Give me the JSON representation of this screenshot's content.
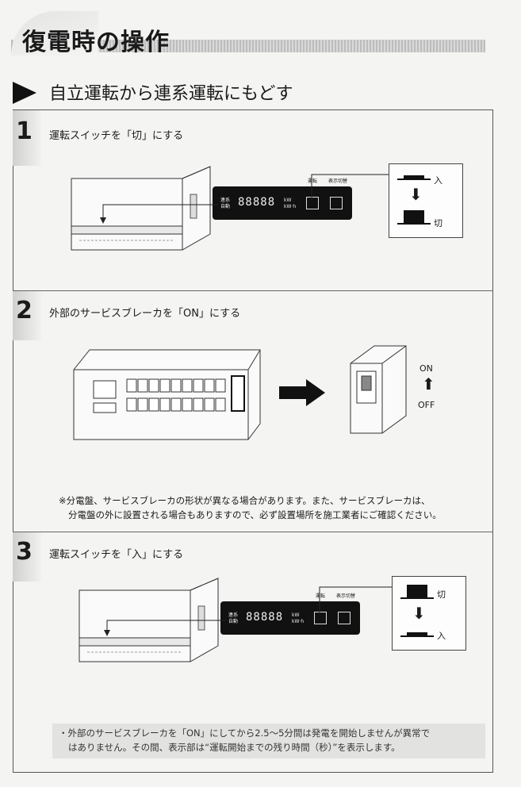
{
  "title": "復電時の操作",
  "subtitle": "自立運転から連系運転にもどす",
  "steps": [
    {
      "num": "1",
      "text": "運転スイッチを「切」にする"
    },
    {
      "num": "2",
      "text": "外部のサービスブレーカを「ON」にする"
    },
    {
      "num": "3",
      "text": "運転スイッチを「入」にする"
    }
  ],
  "panel": {
    "left_label_top": "連系",
    "left_label_bottom": "自動",
    "display": "88888",
    "unit_top": "kW",
    "unit_bottom": "kW·h",
    "btn1_label": "運転",
    "btn2_label": "表示切替"
  },
  "switch1": {
    "top": "入",
    "bottom": "切"
  },
  "switch3": {
    "top": "切",
    "bottom": "入"
  },
  "breaker": {
    "on": "ON",
    "off": "OFF"
  },
  "note_line1": "※分電盤、サービスブレーカの形状が異なる場合があります。また、サービスブレーカは、",
  "note_line2": "分電盤の外に設置される場合もありますので、必ず設置場所を施工業者にご確認ください。",
  "footer_line1": "・外部のサービスブレーカを「ON」にしてから2.5～5分間は発電を開始しませんが異常で",
  "footer_line2": "はありません。その間、表示部は“運転開始までの残り時間（秒）”を表示します。"
}
